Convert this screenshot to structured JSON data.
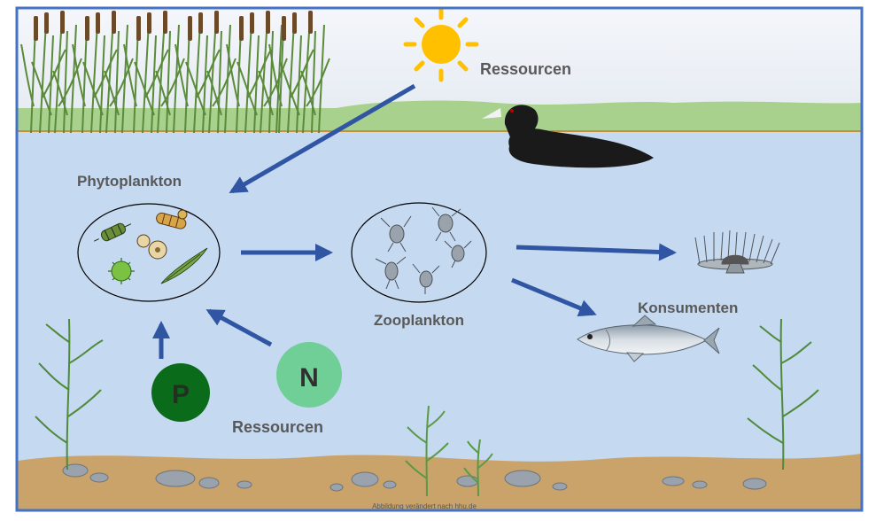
{
  "labels": {
    "ressourcen_top": "Ressourcen",
    "phytoplankton": "Phytoplankton",
    "zooplankton": "Zooplankton",
    "konsumenten": "Konsumenten",
    "ressourcen_bottom": "Ressourcen",
    "nutrient_p": "P",
    "nutrient_n": "N",
    "credit": "Abbildung verändert nach hhu.de"
  },
  "colors": {
    "frame": "#4472c4",
    "water": "#c5d9f1",
    "sky": "#eef2f7",
    "shore_grass": "#a9d18e",
    "sediment": "#c9a36a",
    "arrow": "#2f55a3",
    "label_text": "#595959",
    "circle_p": "#0a6b1a",
    "circle_n": "#6fcf97",
    "sun": "#ffc000"
  },
  "icons": {
    "sun": "sun-icon",
    "bird": "coot-bird-icon",
    "fish": "fish-icon",
    "reeds": "reed-icon",
    "water_plant": "water-plant-icon",
    "consumer": "rotifer-icon"
  }
}
